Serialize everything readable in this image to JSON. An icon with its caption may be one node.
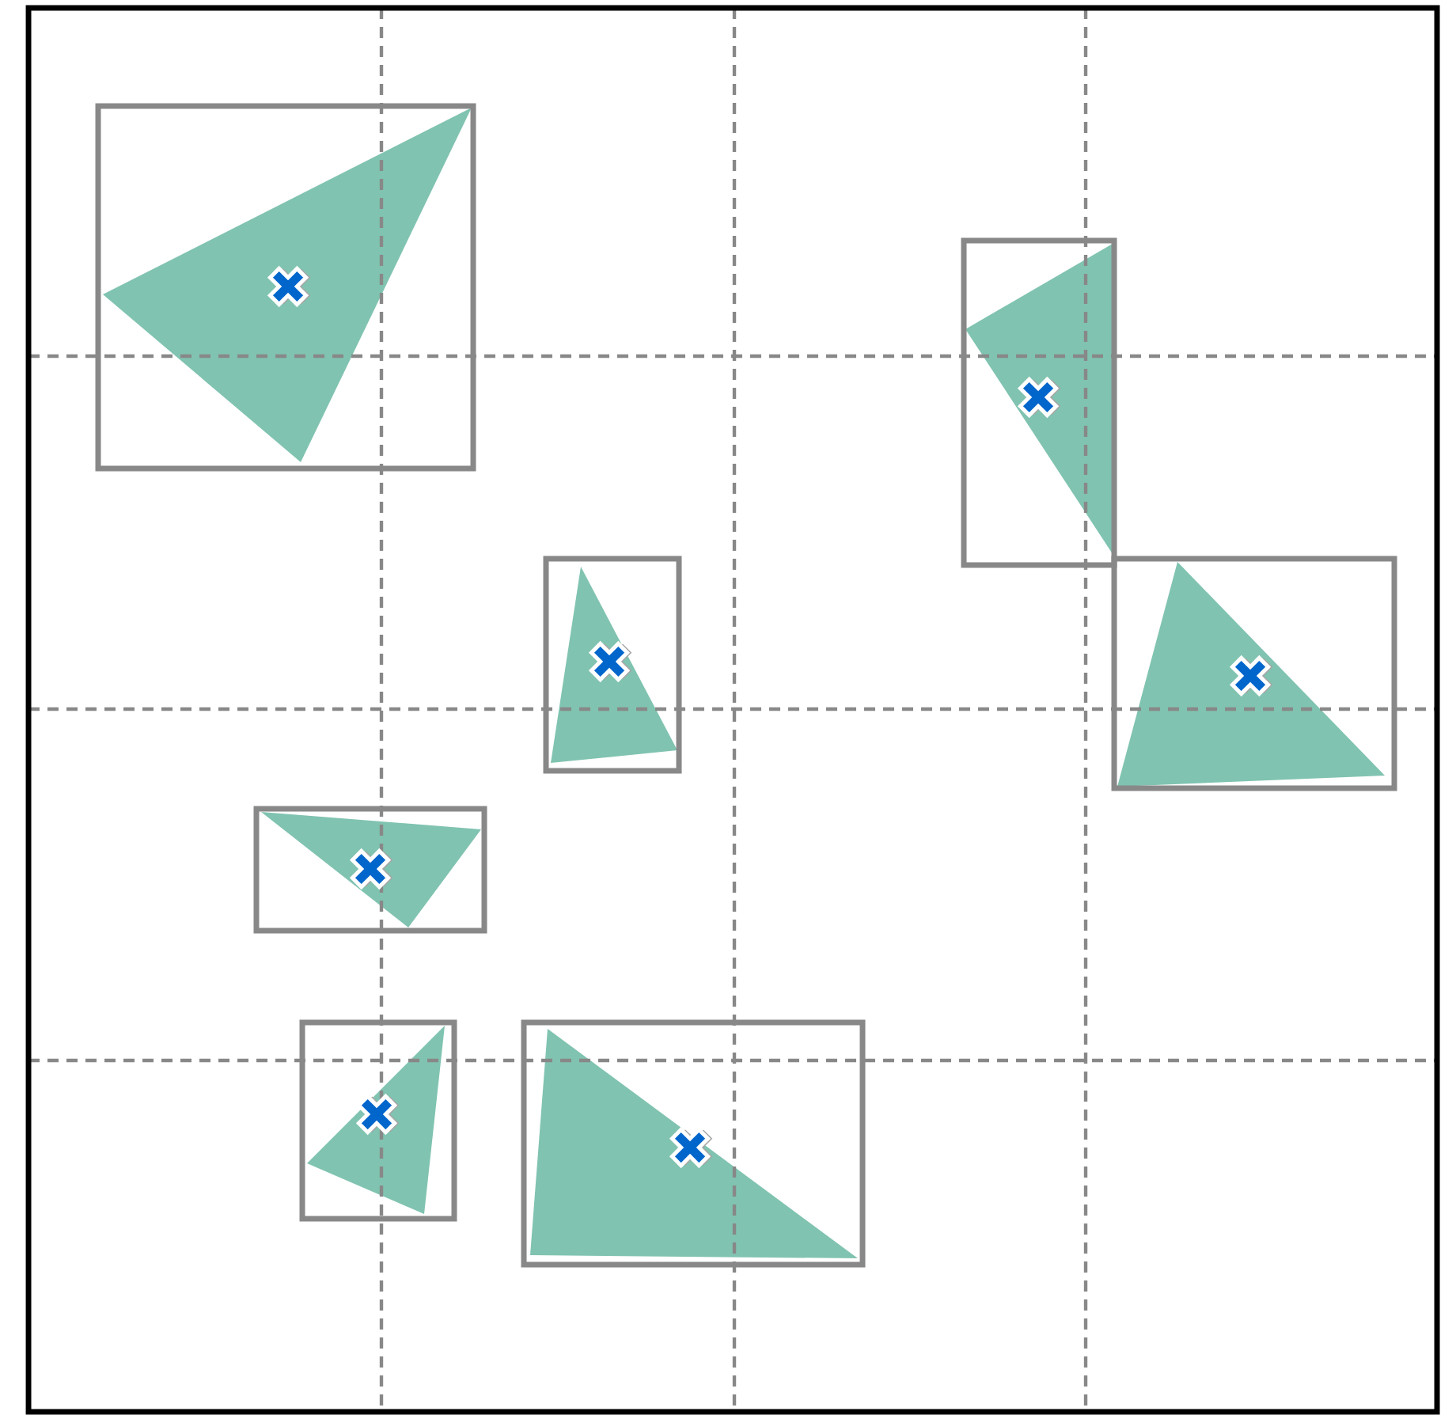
{
  "diagram": {
    "nodes": [
      {
        "text": [],
        "shape": "box"
      },
      {
        "text": [],
        "shape": "triangle",
        "in": 0
      },
      {
        "text": [],
        "shape": "box"
      },
      {
        "text": [],
        "shape": "triangle",
        "in": 2
      },
      {
        "text": [],
        "shape": "box"
      },
      {
        "text": [],
        "shape": "triangle",
        "in": 4
      },
      {
        "text": [],
        "shape": "box"
      },
      {
        "text": [],
        "shape": "triangle",
        "in": 6
      },
      {
        "text": [],
        "shape": "box"
      },
      {
        "text": [],
        "shape": "triangle",
        "in": 8
      },
      {
        "text": [],
        "shape": "box"
      },
      {
        "text": [],
        "shape": "triangle",
        "in": 10
      },
      {
        "text": [],
        "shape": "box"
      },
      {
        "text": [],
        "shape": "triangle",
        "in": 12
      }
    ]
  }
}
